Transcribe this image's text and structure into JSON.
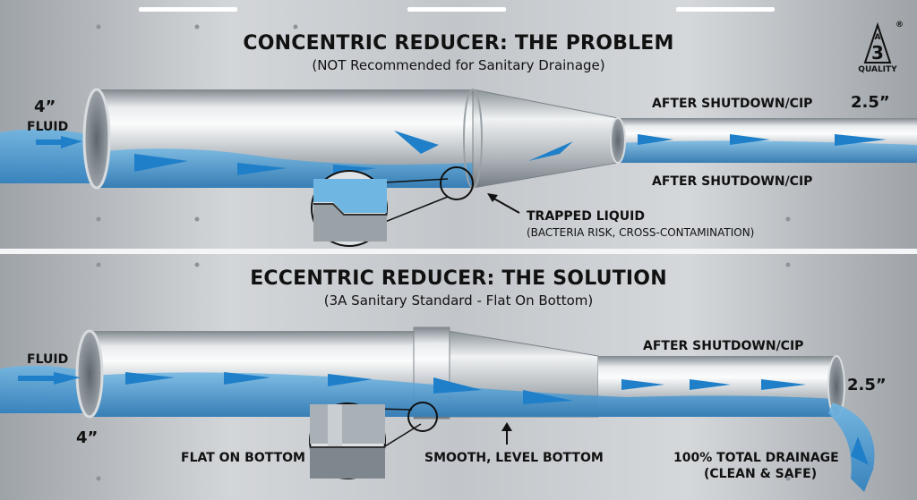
{
  "logo": {
    "letter_top": "A",
    "digit": "3",
    "caption": "QUALITY",
    "mark": "®"
  },
  "problem": {
    "title": "CONCENTRIC REDUCER: THE PROBLEM",
    "subtitle": "(NOT Recommended for Sanitary Drainage)",
    "size_in": "4”",
    "size_out": "2.5”",
    "fluid_label": "FLUID",
    "after_top": "AFTER SHUTDOWN/CIP",
    "after_bottom": "AFTER SHUTDOWN/CIP",
    "trapped_title": "TRAPPED LIQUID",
    "trapped_note": "(BACTERIA RISK, CROSS-CONTAMINATION)"
  },
  "solution": {
    "title": "ECCENTRIC REDUCER: THE SOLUTION",
    "subtitle": "(3A Sanitary Standard - Flat On Bottom)",
    "fluid_label": "FLUID",
    "size_in": "4”",
    "size_out": "2.5”",
    "after_label": "AFTER SHUTDOWN/CIP",
    "flat_label": "FLAT ON BOTTOM",
    "smooth_label": "SMOOTH, LEVEL BOTTOM",
    "drain_title": "100% TOTAL DRAINAGE",
    "drain_note": "(CLEAN & SAFE)"
  },
  "colors": {
    "water": "#3a93cf",
    "arrow": "#1f7fc9",
    "steel_light": "#eef1f3",
    "steel_dark": "#8c949b",
    "wall": "#c4c8cc"
  }
}
